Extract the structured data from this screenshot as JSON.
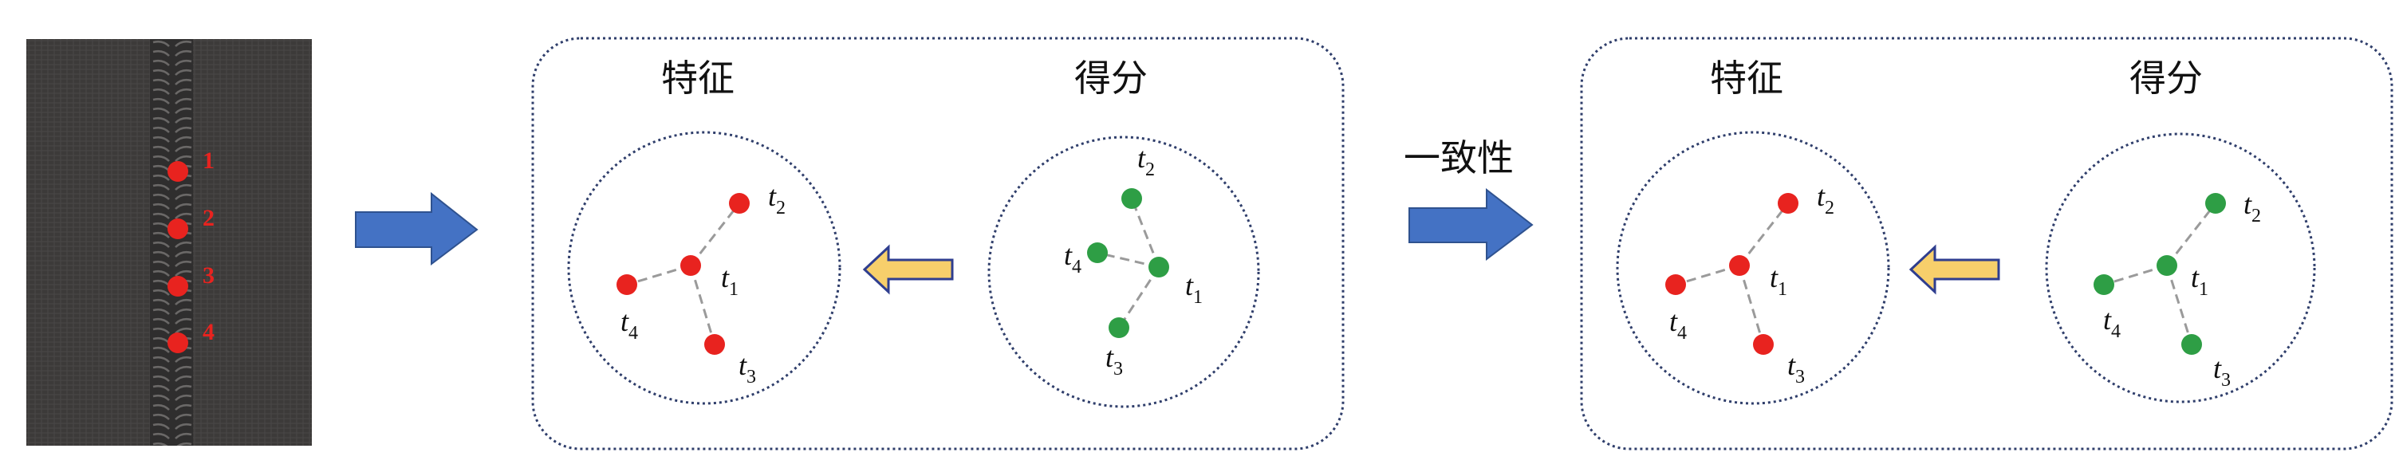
{
  "zipper_image": {
    "markers": [
      "1",
      "2",
      "3",
      "4"
    ],
    "marker_color": "#e8231f"
  },
  "consistency_label": "一致性",
  "colors": {
    "feature_node": "#e8231f",
    "score_node": "#2e9e45",
    "blue_arrow": "#4472c4",
    "yellow_arrow": "#f7cf6b",
    "dotted_border": "#2f3e6b"
  },
  "panels": [
    {
      "feature_title": "特征",
      "score_title": "得分",
      "feature_nodes": [
        {
          "letter": "t",
          "sub": "1"
        },
        {
          "letter": "t",
          "sub": "2"
        },
        {
          "letter": "t",
          "sub": "3"
        },
        {
          "letter": "t",
          "sub": "4"
        }
      ],
      "score_nodes": [
        {
          "letter": "t",
          "sub": "1"
        },
        {
          "letter": "t",
          "sub": "2"
        },
        {
          "letter": "t",
          "sub": "3"
        },
        {
          "letter": "t",
          "sub": "4"
        }
      ]
    },
    {
      "feature_title": "特征",
      "score_title": "得分",
      "feature_nodes": [
        {
          "letter": "t",
          "sub": "1"
        },
        {
          "letter": "t",
          "sub": "2"
        },
        {
          "letter": "t",
          "sub": "3"
        },
        {
          "letter": "t",
          "sub": "4"
        }
      ],
      "score_nodes": [
        {
          "letter": "t",
          "sub": "1"
        },
        {
          "letter": "t",
          "sub": "2"
        },
        {
          "letter": "t",
          "sub": "3"
        },
        {
          "letter": "t",
          "sub": "4"
        }
      ]
    }
  ]
}
